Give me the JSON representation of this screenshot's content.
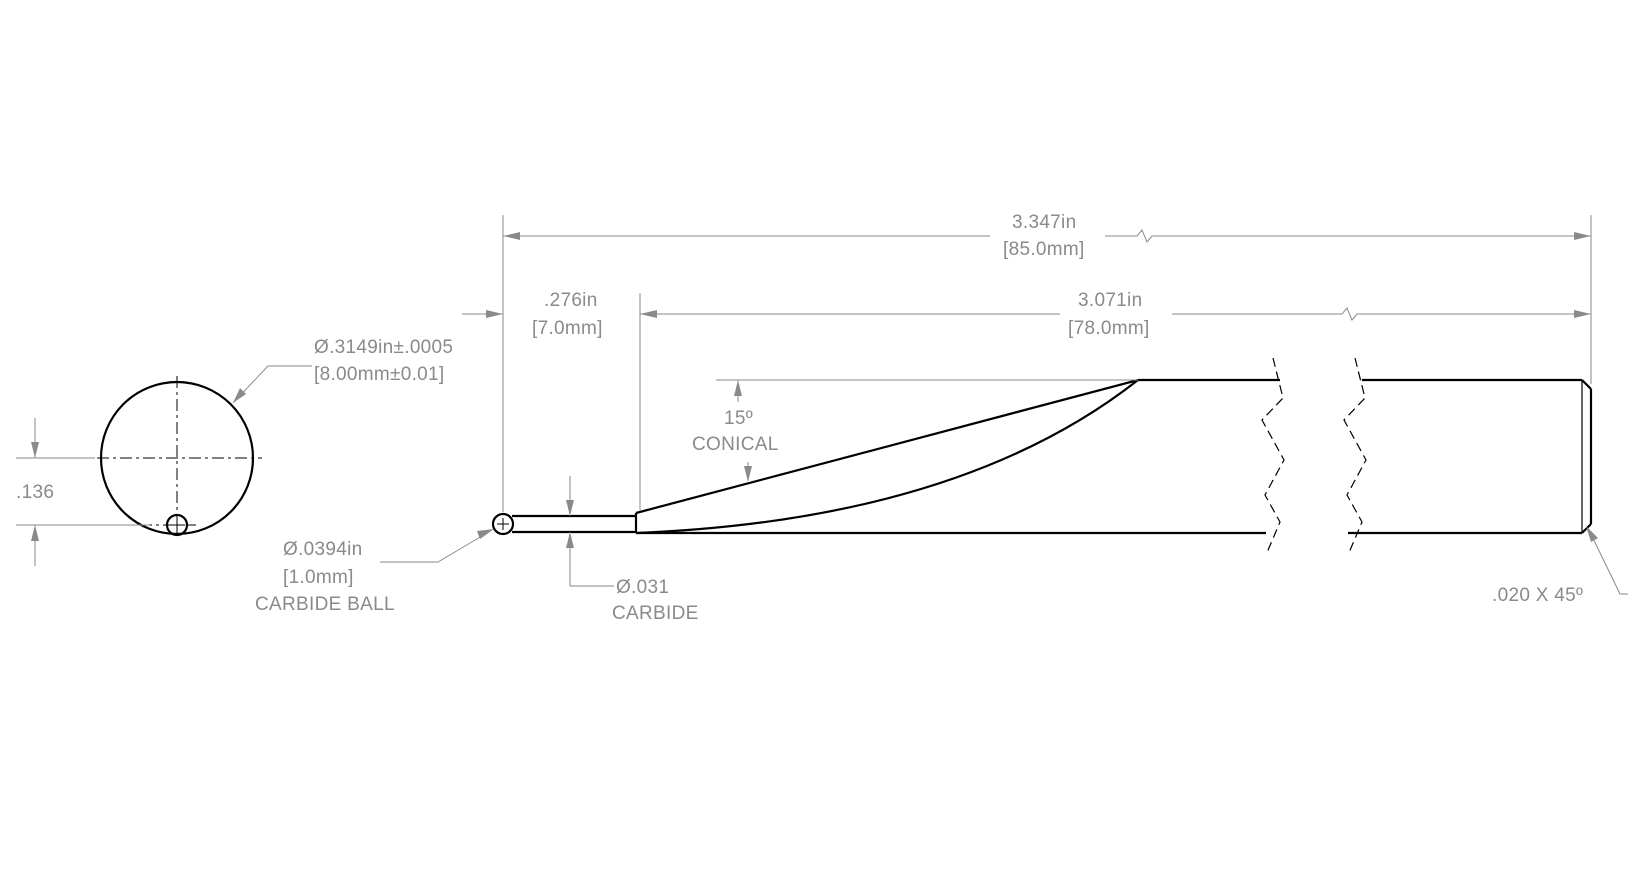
{
  "drawing": {
    "overall_length": {
      "imperial": "3.347in",
      "metric": "[85.0mm]"
    },
    "tip_length": {
      "imperial": ".276in",
      "metric": "[7.0mm]"
    },
    "body_length": {
      "imperial": "3.071in",
      "metric": "[78.0mm]"
    },
    "shank_diameter": {
      "imperial": "Ø.3149in±.0005",
      "metric": "[8.00mm±0.01]"
    },
    "ball_offset": ".136",
    "ball_diameter": {
      "imperial": "Ø.0394in",
      "metric": "[1.0mm]",
      "note": "CARBIDE BALL"
    },
    "stem_diameter": {
      "imperial": "Ø.031",
      "note": "CARBIDE"
    },
    "cone": {
      "angle": "15º",
      "note": "CONICAL"
    },
    "chamfer": ".020 X 45º"
  }
}
